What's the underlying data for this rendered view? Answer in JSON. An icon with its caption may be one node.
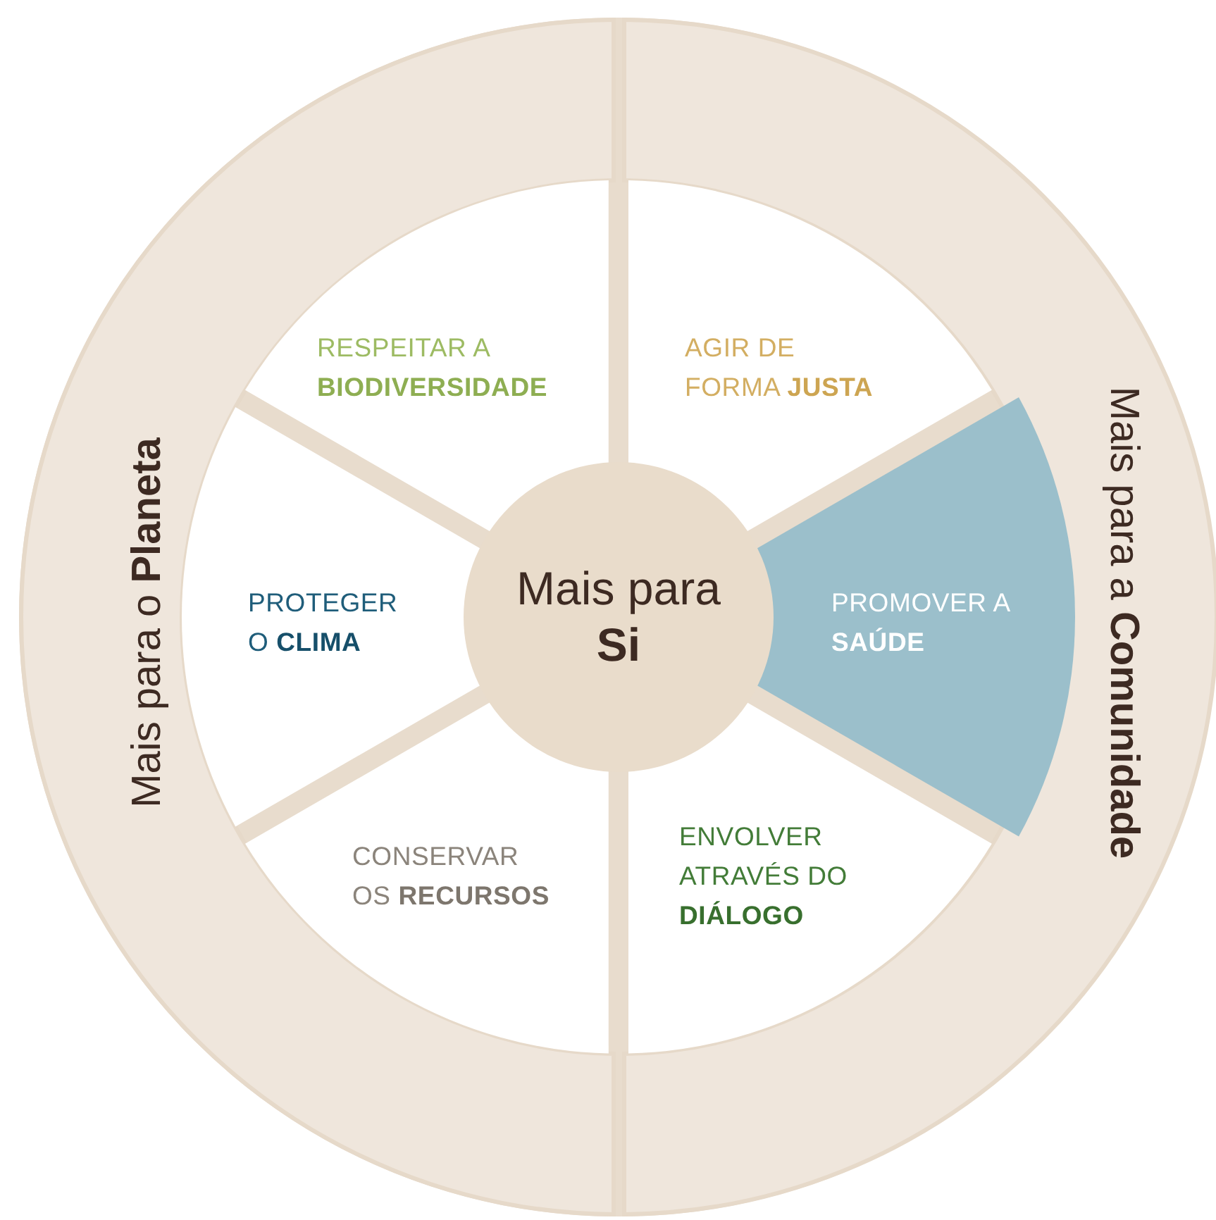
{
  "diagram": {
    "nodes": [
      {
        "text": [
          "Mais para o **Planeta**"
        ]
      },
      {
        "text": [
          "Mais para a **Comunidade**"
        ]
      },
      {
        "text": [
          "RESPEITAR A **BIODIVERSIDADE**"
        ]
      },
      {
        "text": [
          "AGIR DE FORMA **JUSTA**"
        ]
      },
      {
        "text": [
          "PROTEGER O **CLIMA**"
        ]
      },
      {
        "text": [
          "Mais para **Si**"
        ]
      },
      {
        "text": [
          "PROMOVER A **SAÚDE**"
        ]
      },
      {
        "text": [
          "CONSERVAR OS **RECURSOS**"
        ]
      },
      {
        "text": [
          "ENVOLVER ATRAVÉS DO **DIÁLOGO**"
        ]
      }
    ]
  }
}
